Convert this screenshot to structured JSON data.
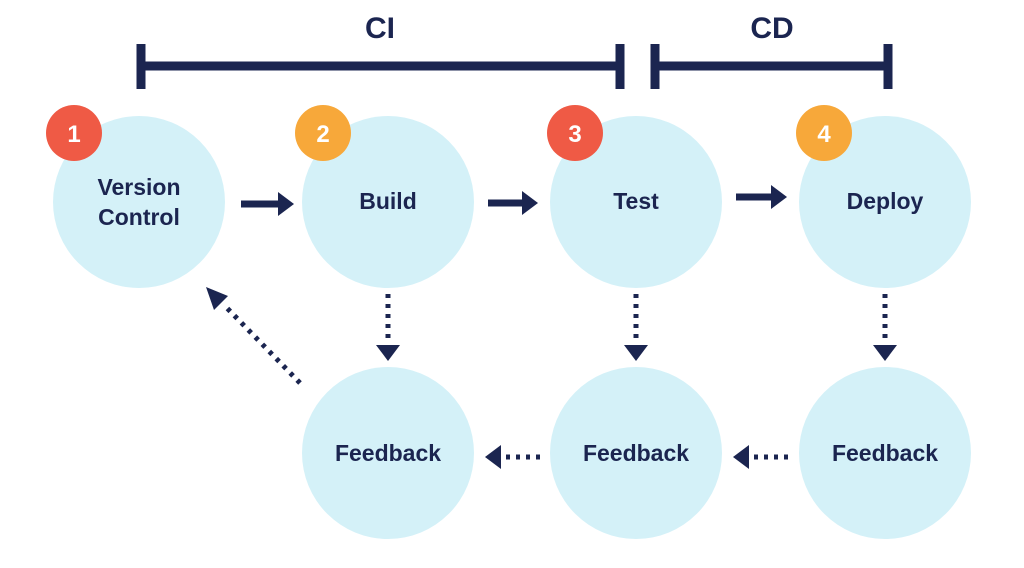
{
  "phases": {
    "ci_label": "CI",
    "cd_label": "CD"
  },
  "steps": [
    {
      "number": "1",
      "label_line1": "Version",
      "label_line2": "Control",
      "badge_color": "#ef5a45"
    },
    {
      "number": "2",
      "label": "Build",
      "badge_color": "#f7a83a"
    },
    {
      "number": "3",
      "label": "Test",
      "badge_color": "#ef5a45"
    },
    {
      "number": "4",
      "label": "Deploy",
      "badge_color": "#f7a83a"
    }
  ],
  "feedback": [
    {
      "label": "Feedback"
    },
    {
      "label": "Feedback"
    },
    {
      "label": "Feedback"
    }
  ],
  "colors": {
    "circle_fill": "#d4f1f8",
    "navy": "#1b2550",
    "badge_red": "#ef5a45",
    "badge_orange": "#f7a83a"
  }
}
